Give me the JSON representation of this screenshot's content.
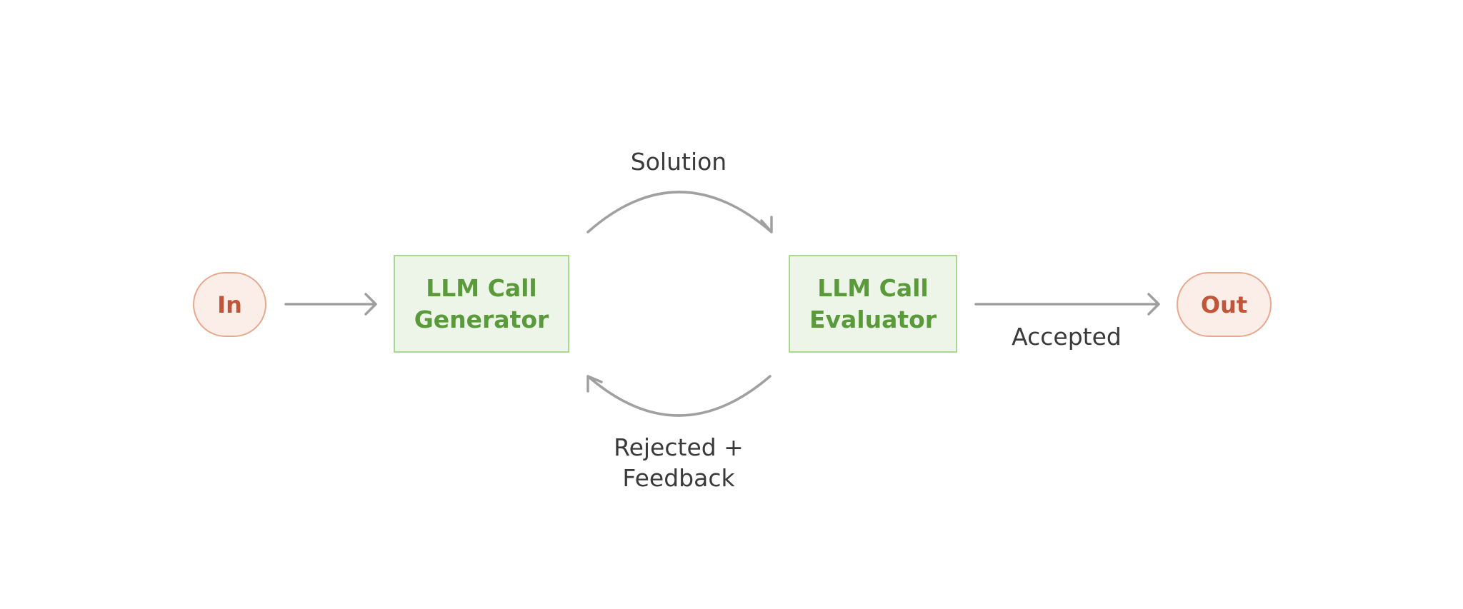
{
  "nodes": {
    "input": {
      "label": "In"
    },
    "generator": {
      "line1": "LLM Call",
      "line2": "Generator"
    },
    "evaluator": {
      "line1": "LLM Call",
      "line2": "Evaluator"
    },
    "output": {
      "label": "Out"
    }
  },
  "edges": {
    "solution": "Solution",
    "feedback_line1": "Rejected +",
    "feedback_line2": "Feedback",
    "accepted": "Accepted"
  },
  "colors": {
    "terminal_fill": "#fbeee9",
    "terminal_border": "#e8a88c",
    "terminal_text": "#c0553a",
    "llm_fill": "#edf5e8",
    "llm_border": "#a8d98f",
    "llm_text": "#5a9a3a",
    "arrow": "#a0a0a0",
    "edge_text": "#3a3a3a"
  }
}
